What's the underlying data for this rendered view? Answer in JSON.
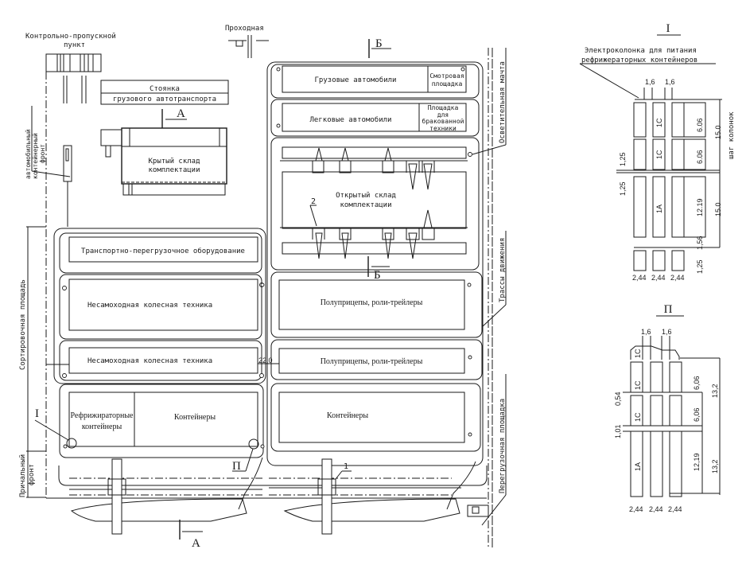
{
  "labels": {
    "checkpoint": [
      "Контрольно-пропускной",
      "пункт"
    ],
    "passage": "Проходная",
    "truck_parking": [
      "Стоянка",
      "грузового автотранспорта"
    ],
    "covered_warehouse": [
      "Крытый склад",
      "комплектации"
    ],
    "auto_container_front": [
      "автомобильный",
      "контейнерный",
      "фронт"
    ],
    "trucks": "Грузовые автомобили",
    "inspection_area": [
      "Смотровая",
      "площадка"
    ],
    "cars": "Легковые автомобили",
    "reject_area": [
      "Площадка",
      "для",
      "бракованной",
      "техники"
    ],
    "lighting_mast": "Осветительная мачта",
    "open_warehouse": [
      "Открытый склад",
      "комплектации"
    ],
    "handling_equipment": "Транспортно-перегрузочное оборудование",
    "non_self_propelled_1": "Несамоходная колесная техника",
    "non_self_propelled_2": "Несамоходная колесная техника",
    "semitrailers_1": "Полуприцепы, роли-трейлеры",
    "semitrailers_2": "Полуприцепы, роли-трейлеры",
    "traffic_routes": "Трассы движения",
    "sorting_area": "Сортировочная площадь",
    "reefer_containers": [
      "Рефрижираторные",
      "контейнеры"
    ],
    "containers_left": "Контейнеры",
    "containers_right": "Контейнеры",
    "transfer_area": "Перегрузочная площадка",
    "berth_front": [
      "Причальный",
      "фронт"
    ],
    "dim_22": "22,0"
  },
  "markers": {
    "section_a": "А",
    "section_b": "Б",
    "callout_1": "1",
    "callout_2": "2",
    "callout_I": "I",
    "callout_II": "П"
  },
  "detail_I": {
    "title": "I",
    "note": [
      "Электроколонка для питания",
      "рефрижераторных контейнеров"
    ],
    "gaps_top": [
      "1,6",
      "1,6"
    ],
    "left_dims": [
      "1,25",
      "1,25"
    ],
    "container_labels": [
      "1C",
      "1C",
      "1A"
    ],
    "lengths": [
      "6.06",
      "6.06",
      "12.19"
    ],
    "spans": [
      "15.0",
      "15.0"
    ],
    "bottom_dims": [
      "1,56",
      "1,25"
    ],
    "widths": [
      "2,44",
      "2,44",
      "2,44"
    ],
    "column_step": "шаг колонок"
  },
  "detail_II": {
    "title": "П",
    "gaps_top": [
      "1,6",
      "1,6"
    ],
    "left_dims": [
      "0,54",
      "1,01"
    ],
    "container_labels": [
      "1C",
      "1C",
      "1C",
      "1A"
    ],
    "lengths": [
      "6,06",
      "6,06",
      "12,19"
    ],
    "spans": [
      "13,2",
      "13,2"
    ],
    "widths": [
      "2,44",
      "2,44",
      "2,44"
    ]
  }
}
